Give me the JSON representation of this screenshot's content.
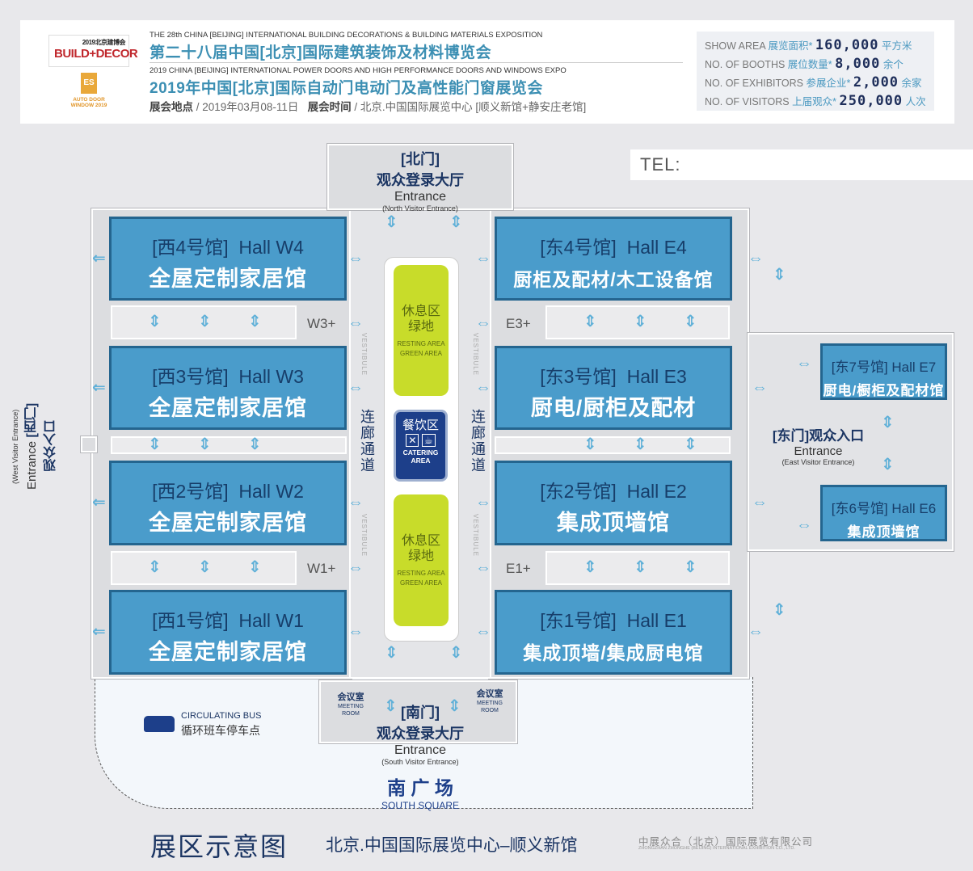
{
  "header": {
    "logo1": {
      "brand": "BUILD+DECOR",
      "year_cn": "2019北京建博会"
    },
    "logo2": {
      "mark": "ES",
      "text": "AUTO DOOR WINDOW 2019"
    },
    "expo1_en": "THE 28th CHINA [BEIJING] INTERNATIONAL BUILDING DECORATIONS & BUILDING MATERIALS EXPOSITION",
    "expo1_cn": "第二十八届中国[北京]国际建筑装饰及材料博览会",
    "expo2_en": "2019 CHINA [BEIJING] INTERNATIONAL POWER DOORS AND HIGH PERFORMANCE DOORS AND WINDOWS EXPO",
    "expo2_cn": "2019年中国[北京]国际自动门电动门及高性能门窗展览会",
    "venue_label": "展会地点",
    "venue_value": "2019年03月08-11日",
    "time_label": "展会时间",
    "time_value": "北京.中国国际展览中心 [顺义新馆+静安庄老馆]"
  },
  "stats": [
    {
      "en": "SHOW AREA",
      "cn": "展览面积*",
      "value": "160,000",
      "unit": "平方米"
    },
    {
      "en": "NO. OF BOOTHS",
      "cn": "展位数量*",
      "value": "8,000",
      "unit": "余个"
    },
    {
      "en": "NO. OF EXHIBITORS",
      "cn": "参展企业*",
      "value": "2,000",
      "unit": "余家"
    },
    {
      "en": "NO. OF VISITORS",
      "cn": "上届观众*",
      "value": "250,000",
      "unit": "人次"
    }
  ],
  "tel": "TEL:",
  "north": {
    "door": "[北门]",
    "hall": "观众登录大厅",
    "en": "Entrance",
    "sub": "(North Visitor Entrance)"
  },
  "south": {
    "door": "[南门]",
    "hall": "观众登录大厅",
    "en": "Entrance",
    "sub": "(South Visitor Entrance)",
    "square_cn": "南 广 场",
    "square_en": "SOUTH   SQUARE"
  },
  "west": {
    "door": "[西门]",
    "hall": "观众入口",
    "en": "Entrance",
    "sub": "(West Visitor Entrance)"
  },
  "east": {
    "door": "[东门]观众入口",
    "en": "Entrance",
    "sub": "(East Visitor Entrance)"
  },
  "halls": {
    "W4": {
      "cn": "[西4号馆]",
      "en": "Hall W4",
      "theme": "全屋定制家居馆"
    },
    "W3": {
      "cn": "[西3号馆]",
      "en": "Hall W3",
      "theme": "全屋定制家居馆"
    },
    "W2": {
      "cn": "[西2号馆]",
      "en": "Hall W2",
      "theme": "全屋定制家居馆"
    },
    "W1": {
      "cn": "[西1号馆]",
      "en": "Hall W1",
      "theme": "全屋定制家居馆"
    },
    "E4": {
      "cn": "[东4号馆]",
      "en": "Hall E4",
      "theme": "厨柜及配材/木工设备馆"
    },
    "E3": {
      "cn": "[东3号馆]",
      "en": "Hall E3",
      "theme": "厨电/厨柜及配材"
    },
    "E2": {
      "cn": "[东2号馆]",
      "en": "Hall E2",
      "theme": "集成顶墙馆"
    },
    "E1": {
      "cn": "[东1号馆]",
      "en": "Hall E1",
      "theme": "集成顶墙/集成厨电馆"
    },
    "E7": {
      "cn": "[东7号馆]",
      "en": "Hall E7",
      "theme": "厨电/橱柜及配材馆"
    },
    "E6": {
      "cn": "[东6号馆]",
      "en": "Hall E6",
      "theme": "集成顶墙馆"
    }
  },
  "annex": {
    "W3": "W3+",
    "W1": "W1+",
    "E3": "E3+",
    "E1": "E1+"
  },
  "center": {
    "rest_cn1": "休息区",
    "rest_cn2": "绿地",
    "rest_en1": "RESTING AREA",
    "rest_en2": "GREEN AREA",
    "catering_cn": "餐饮区",
    "catering_en1": "CATERING",
    "catering_en2": "AREA",
    "vestibule": "VESTIBULE",
    "corridor": "连廊通道"
  },
  "meeting": {
    "cn": "会议室",
    "en1": "MEETING",
    "en2": "ROOM"
  },
  "bus": {
    "en": "CIRCULATING BUS",
    "cn": "循环班车停车点"
  },
  "footer": {
    "title": "展区示意图",
    "venue": "北京.中国国际展览中心–顺义新馆",
    "org_cn": "中展众合（北京）国际展览有限公司",
    "org_en": "ZHONGZHAN ZHONGHE (BEIJING) INTERNATIONAL EXHIBITION CO., LTD."
  },
  "colors": {
    "hall": "#4a9ccb",
    "hall_border": "#24658f",
    "green": "#c8dc2a",
    "catering": "#1d3f8a",
    "navy": "#1b3563",
    "accent": "#3c8fb3"
  }
}
